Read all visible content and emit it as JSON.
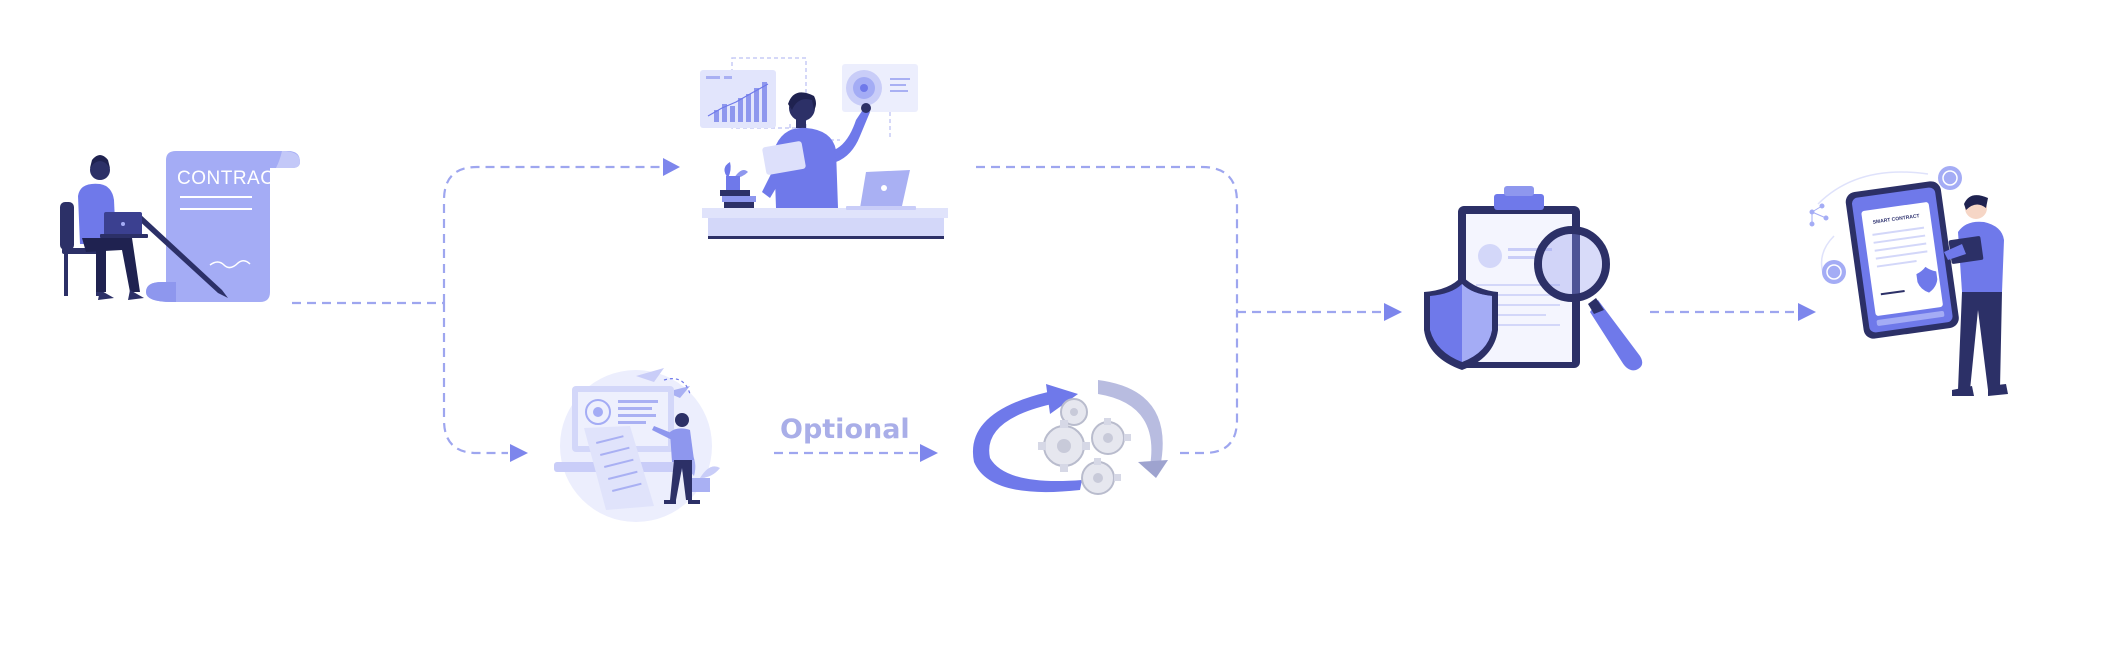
{
  "title": "",
  "labels": {
    "contract_sign": "CONTRACT",
    "optional": "Optional",
    "smart_contract": "SMART CONTRACT"
  },
  "steps": [
    {
      "id": "contract-signing",
      "icon": "person-signing-contract-illustration"
    },
    {
      "id": "analytics",
      "icon": "person-with-analytics-dashboard-illustration"
    },
    {
      "id": "presentation",
      "icon": "person-presenting-document-illustration"
    },
    {
      "id": "automation",
      "icon": "rotating-gears-illustration"
    },
    {
      "id": "verification",
      "icon": "shield-clipboard-magnifier-illustration"
    },
    {
      "id": "smart-contract",
      "icon": "person-with-smart-contract-phone-illustration"
    }
  ],
  "colors": {
    "primary": "#6f79ea",
    "light": "#a9b0f3",
    "pale": "#dfe2fb",
    "dark": "#2c3067",
    "connector": "#9ea6ef",
    "arrow": "#7d86ec"
  }
}
